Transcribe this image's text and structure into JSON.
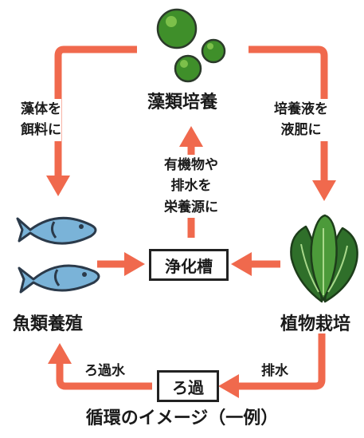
{
  "nodes": {
    "algae_culture": "藻類培養",
    "fish_farming": "魚類養殖",
    "plant_cultivation": "植物栽培",
    "purification_tank": "浄化槽",
    "filtration": "ろ過"
  },
  "edge_labels": {
    "algae_to_fish": [
      "藻体を",
      "餌料に"
    ],
    "algae_to_plant": [
      "培養液を",
      "液肥に"
    ],
    "tank_to_algae": [
      "有機物や",
      "排水を",
      "栄養源に"
    ],
    "plant_to_filter": "排水",
    "filter_to_fish": "ろ過水"
  },
  "caption": "循環のイメージ（一例）",
  "colors": {
    "arrow": "#f0694d",
    "algae_dark": "#3f8f2a",
    "algae_light": "#7cc04a",
    "fish_body": "#7ab3d8",
    "fish_outline": "#2b3a4a",
    "leaf_dark": "#2f6f2a",
    "leaf_light": "#4c9a3a"
  }
}
